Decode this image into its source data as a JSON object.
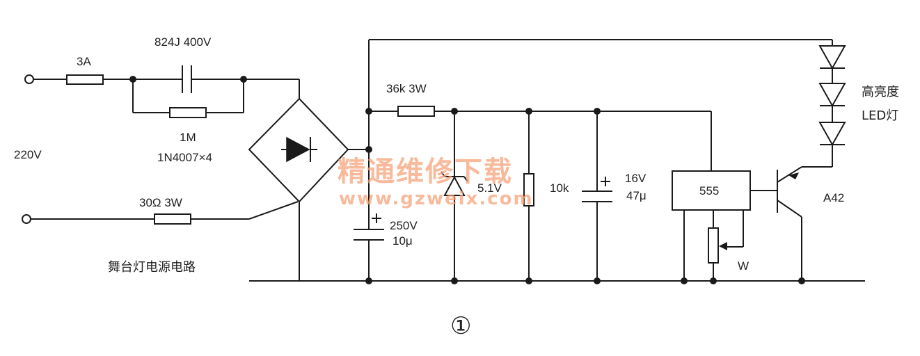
{
  "labels": {
    "fuse": "3A",
    "cap_x": "824J 400V",
    "resistor_1m": "1M",
    "voltage": "220V",
    "bridge": "1N4007×4",
    "resistor_30": "30Ω 3W",
    "circuit_name": "舞台灯电源电路",
    "resistor_36k": "36k 3W",
    "cap_250v": "250V",
    "cap_250v_val": "10μ",
    "zener": "5.1V",
    "resistor_10k": "10k",
    "cap_16v": "16V",
    "cap_16v_val": "47μ",
    "ic": "555",
    "pot": "W",
    "transistor": "A42",
    "led_line1": "高亮度",
    "led_line2": "LED灯",
    "figure_number": "①"
  },
  "watermark": {
    "line1": "精通维修下载",
    "line2": "www.gzweix.com",
    "color": "#f6a37a"
  }
}
